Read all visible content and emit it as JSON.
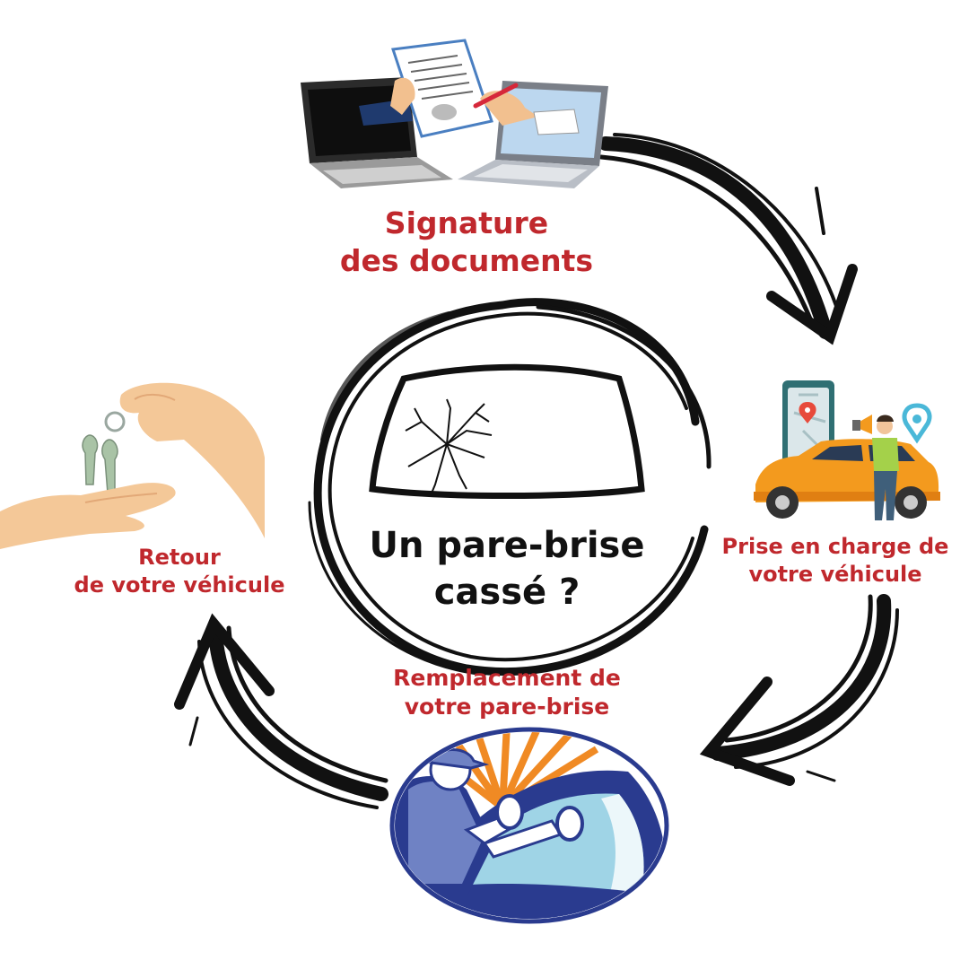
{
  "center": {
    "title_line1": "Un pare-brise",
    "title_line2": "cassé ?"
  },
  "steps": [
    {
      "line1": "Signature",
      "line2": "des documents",
      "icon": "laptops-signature-icon"
    },
    {
      "line1": "Prise en charge de",
      "line2": "votre véhicule",
      "icon": "car-pickup-icon"
    },
    {
      "line1": "Remplacement de",
      "line2": "votre pare-brise",
      "icon": "windshield-technician-icon"
    },
    {
      "line1": "Retour",
      "line2": "de votre véhicule",
      "icon": "keys-handover-icon"
    }
  ],
  "colors": {
    "label": "#c0282d",
    "brush": "#111111",
    "car": "#f39a1e",
    "badge_blue": "#2a3b8f",
    "badge_orange": "#f08a24"
  }
}
